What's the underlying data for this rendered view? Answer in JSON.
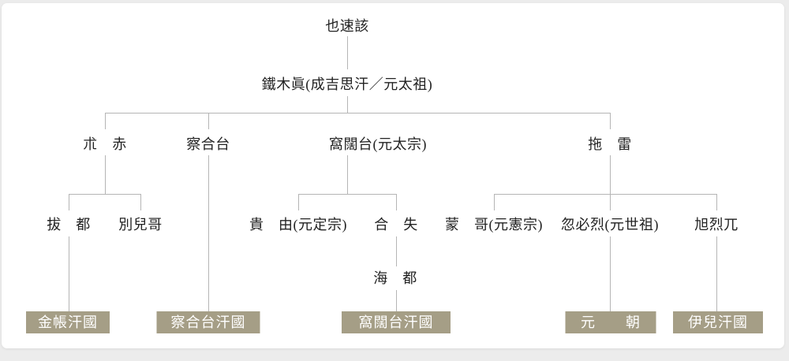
{
  "tree": {
    "gen1": {
      "yesugei": "也速該"
    },
    "gen2": {
      "temujin": "鐵木眞(成吉思汗／元太祖)"
    },
    "gen3": {
      "jochi": "朮　赤",
      "chagatai": "察合台",
      "ogedei": "窩闊台(元太宗)",
      "tolui": "拖　雷"
    },
    "gen4": {
      "batu": "拔　都",
      "berke": "別兒哥",
      "guyuk": "貴　由(元定宗)",
      "qashi": "合　失",
      "mongke": "蒙　哥(元憲宗)",
      "kublai": "忽必烈(元世祖)",
      "hulegu": "旭烈兀"
    },
    "gen5": {
      "kaidu": "海　都"
    },
    "khanates": {
      "golden_horde": "金帳汗國",
      "chagatai_khanate": "察合台汗國",
      "ogedei_khanate": "窩闊台汗國",
      "yuan_dynasty": "元　　朝",
      "ilkhanate": "伊兒汗國"
    }
  },
  "colors": {
    "khanate_bg": "#a59e86",
    "khanate_text": "#ffffff",
    "connector": "#b5b5b5",
    "label_text": "#222222",
    "page_bg": "#ececec",
    "card_bg": "#ffffff"
  }
}
